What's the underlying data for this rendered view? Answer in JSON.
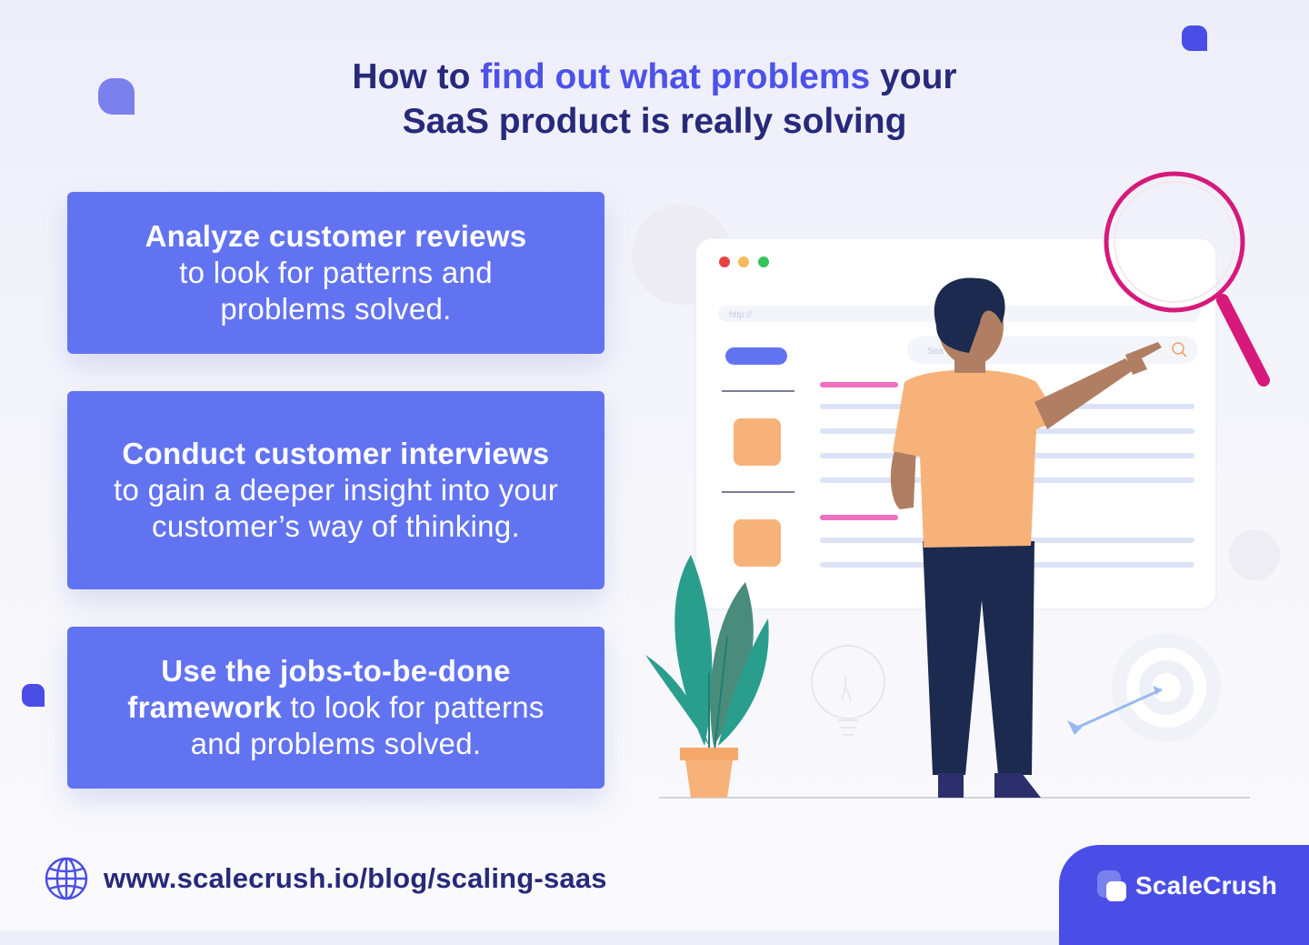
{
  "headline": {
    "line1_pre": "How to ",
    "line1_highlight": "find out what problems",
    "line1_post": " your",
    "line2": "SaaS product is really solving"
  },
  "cards": [
    {
      "bold": "Analyze customer reviews",
      "rest": " to look for patterns and problems solved."
    },
    {
      "bold": "Conduct customer interviews",
      "rest": " to gain a deeper insight into your customer’s way of thinking."
    },
    {
      "bold": "Use the jobs-to-be-done framework",
      "rest": " to look for patterns and problems solved."
    }
  ],
  "browser": {
    "url_placeholder": "http://",
    "search_placeholder": "Sea"
  },
  "footer": {
    "url": "www.scalecrush.io/blog/scaling-saas",
    "icon": "globe-icon"
  },
  "brand": {
    "name": "ScaleCrush",
    "icon": "scalecrush-logo-icon"
  },
  "colors": {
    "primary": "#4a4ee6",
    "card": "#6273f2",
    "heading": "#27297a",
    "highlight": "#4c52e8",
    "magnifier": "#d6197a",
    "accent_orange": "#f7b27a",
    "accent_pink": "#ef6fc1"
  }
}
